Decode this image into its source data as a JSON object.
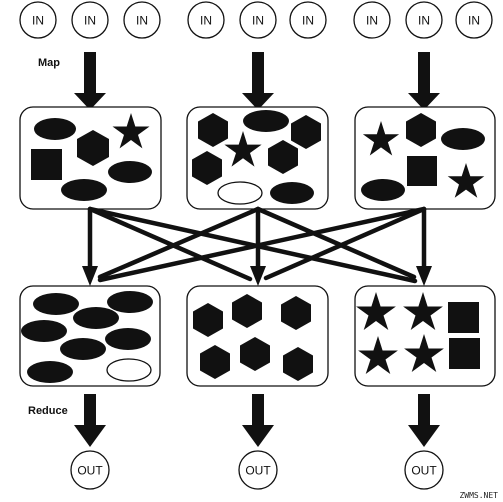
{
  "labels": {
    "input": "IN",
    "output": "OUT",
    "map_stage": "Map",
    "reduce_stage": "Reduce",
    "watermark": "ZWMS.NET"
  },
  "inputs": [
    "IN",
    "IN",
    "IN",
    "IN",
    "IN",
    "IN",
    "IN",
    "IN",
    "IN"
  ],
  "outputs": [
    "OUT",
    "OUT",
    "OUT"
  ],
  "colors": {
    "stroke": "#111111",
    "fill": "#111111",
    "background": "#ffffff"
  }
}
